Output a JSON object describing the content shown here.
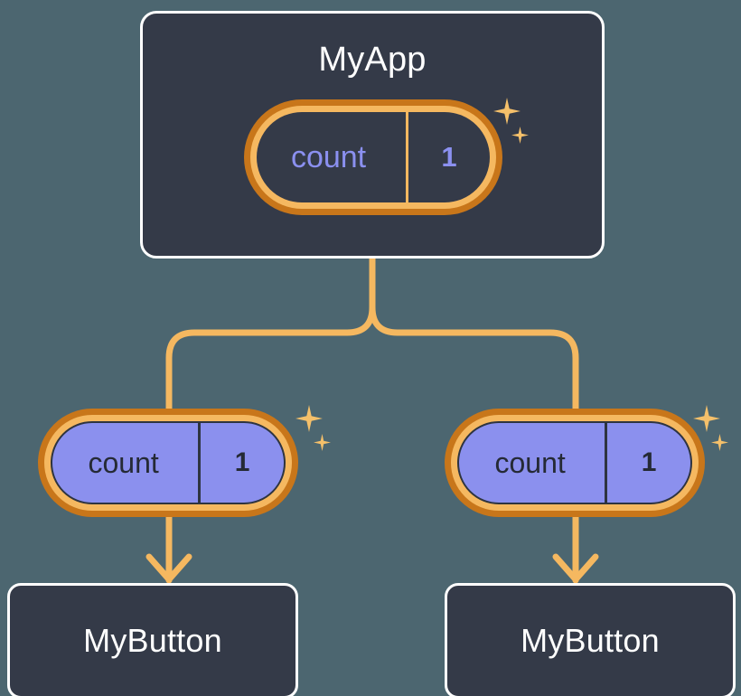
{
  "diagram": {
    "title": "MyApp",
    "background_color": "#4c6670",
    "card_fill": "#343a48",
    "card_border": "#ffffff",
    "wire_color": "#f5b860",
    "ring_outer_color": "#c8761a",
    "ring_inner_color": "#f5b860",
    "pill_purple_fill": "#8b90ee",
    "accent_purple_text": "#8b90f0",
    "dark_text": "#252a35",
    "sparkle_color": "#f5c06a"
  },
  "root": {
    "label": "MyApp",
    "state": {
      "key": "count",
      "value": "1"
    }
  },
  "children": [
    {
      "state": {
        "key": "count",
        "value": "1"
      },
      "label": "MyButton"
    },
    {
      "state": {
        "key": "count",
        "value": "1"
      },
      "label": "MyButton"
    }
  ]
}
